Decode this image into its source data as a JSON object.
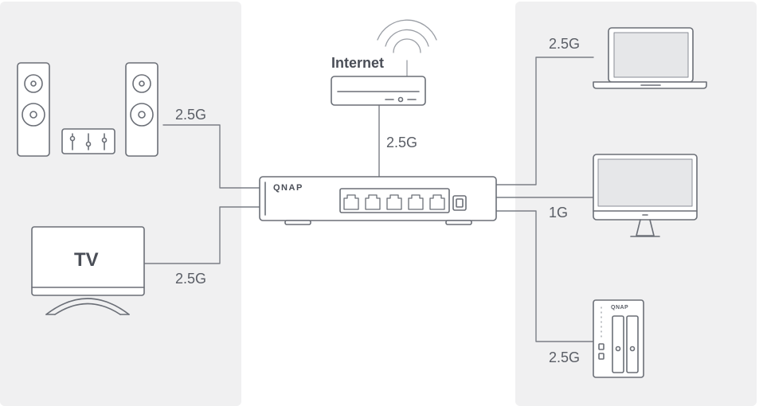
{
  "labels": {
    "internet": "Internet",
    "tv": "TV",
    "brand": "QNAP",
    "nas_brand": "QNAP",
    "speed_speakers": "2.5G",
    "speed_tv": "2.5G",
    "speed_router": "2.5G",
    "speed_laptop": "2.5G",
    "speed_monitor": "1G",
    "speed_nas": "2.5G"
  },
  "colors": {
    "panel": "#f0f0f1",
    "stroke": "#6b6f77",
    "fill": "#ffffff",
    "screen": "#e6e7e9"
  },
  "icons": [
    "speaker-icon",
    "mixer-icon",
    "tv-icon",
    "router-icon",
    "wifi-icon",
    "switch-icon",
    "laptop-icon",
    "monitor-icon",
    "nas-icon"
  ]
}
